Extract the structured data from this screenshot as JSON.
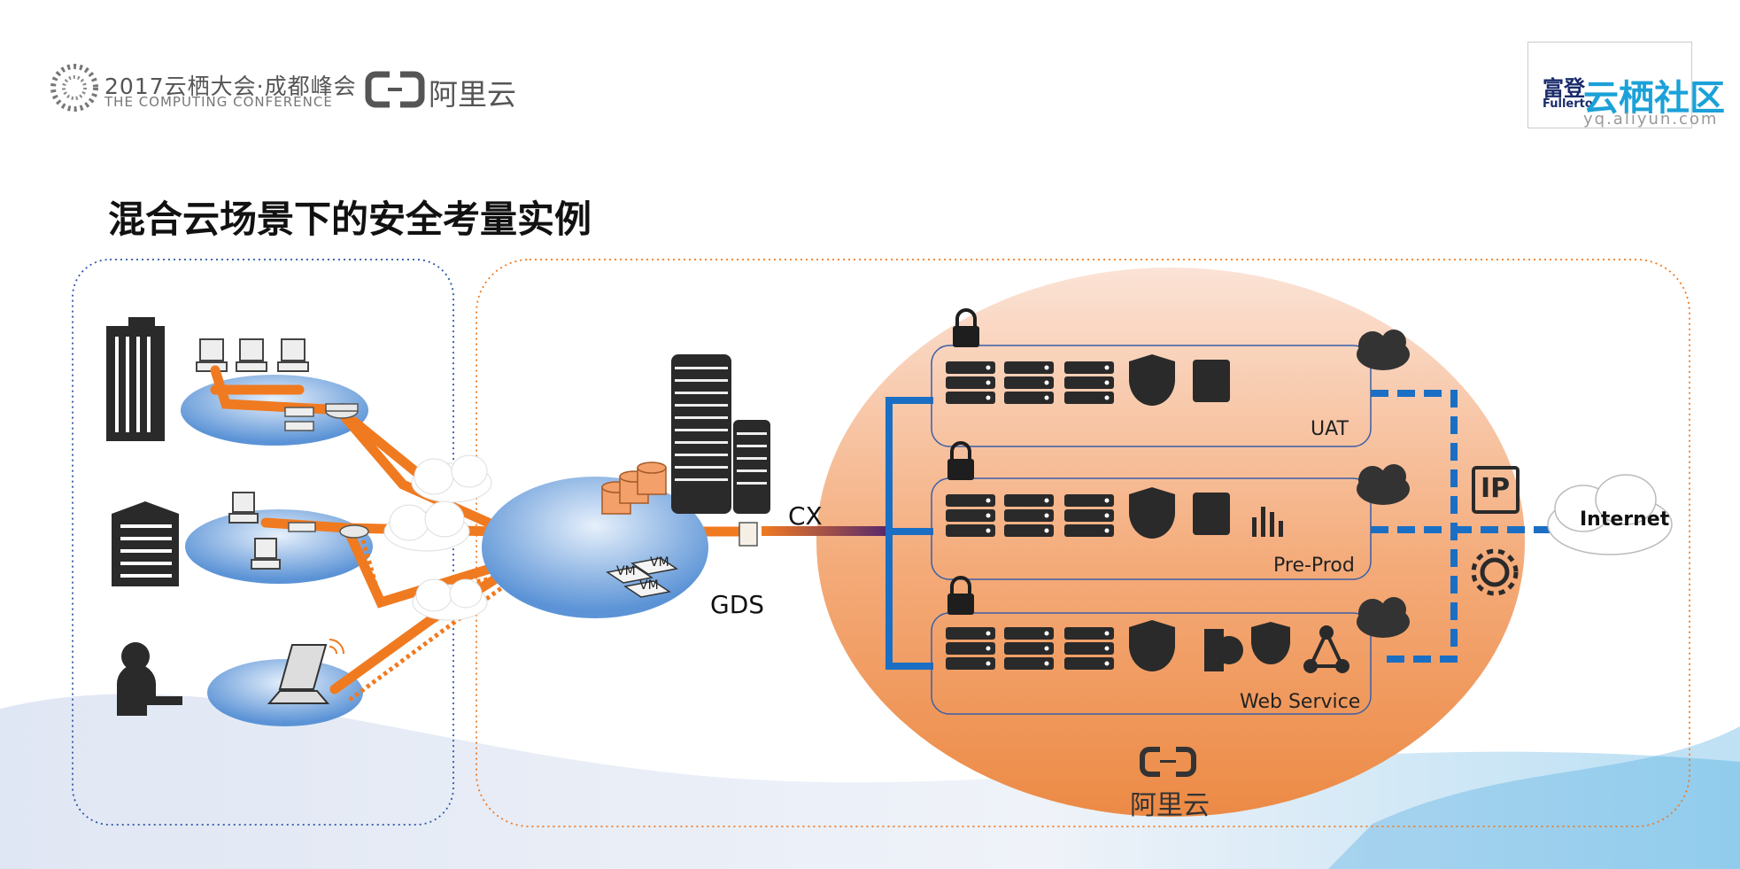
{
  "header": {
    "conference_title": "2017云栖大会·成都峰会",
    "conference_subtitle": "THE COMPUTING CONFERENCE",
    "brand_name": "阿里云"
  },
  "branding": {
    "partner_cn": "富登",
    "partner_en": "Fullerto",
    "community": "云栖社区",
    "community_url": "yq.aliyun.com"
  },
  "page_title": "混合云场景下的安全考量实例",
  "diagram": {
    "hub_label": "GDS",
    "link_label": "CX",
    "vm_label": "VM",
    "environments": [
      "UAT",
      "Pre-Prod",
      "Web Service"
    ],
    "internet_label": "Internet",
    "ip_label": "IP",
    "cloud_provider_label": "阿里云"
  },
  "colors": {
    "orange": "#f07a20",
    "blue_link": "#1a6fc4",
    "title": "#111111",
    "community": "#1ba1d8"
  }
}
